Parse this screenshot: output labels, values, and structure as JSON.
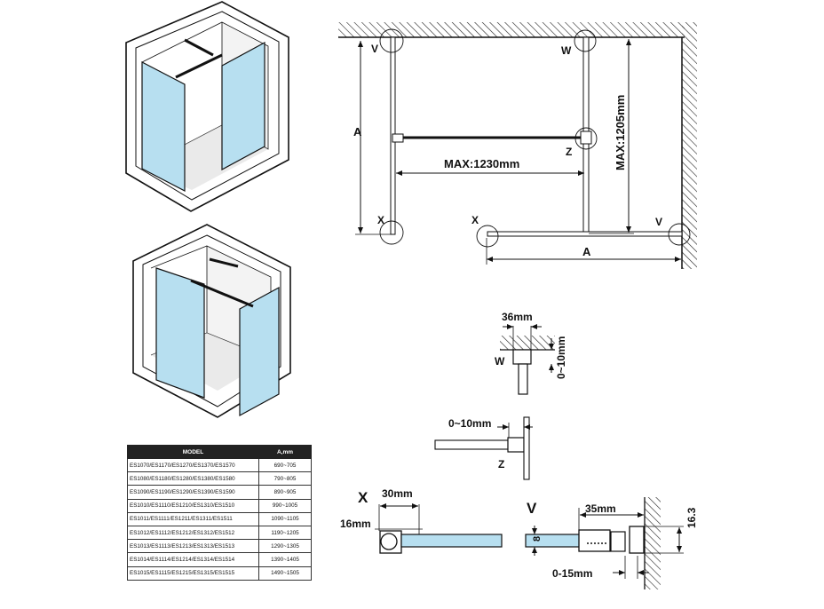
{
  "table": {
    "headers": [
      "MODEL",
      "A,mm"
    ],
    "rows": [
      {
        "model": "ES1070/ES1170/ES1270/ES1370/ES1570",
        "a": "690~705"
      },
      {
        "model": "ES1080/ES1180/ES1280/ES1380/ES1580",
        "a": "790~805"
      },
      {
        "model": "ES1090/ES1190/ES1290/ES1390/ES1590",
        "a": "890~905"
      },
      {
        "model": "ES1010/ES1110/ES1210/ES1310/ES1510",
        "a": "990~1005"
      },
      {
        "model": "ES1011/ES1111/ES1211/ES1311/ES1511",
        "a": "1090~1105"
      },
      {
        "model": "ES1012/ES1112/ES1212/ES1312/ES1512",
        "a": "1190~1205"
      },
      {
        "model": "ES1013/ES1113/ES1213/ES1313/ES1513",
        "a": "1290~1305"
      },
      {
        "model": "ES1014/ES1114/ES1214/ES1314/ES1514",
        "a": "1390~1405"
      },
      {
        "model": "ES1015/ES1115/ES1215/ES1315/ES1515",
        "a": "1490~1505"
      }
    ]
  },
  "plan": {
    "dim_a": "A",
    "max_width": "MAX:1230mm",
    "max_depth": "MAX:1205mm",
    "labels": {
      "v": "V",
      "w": "W",
      "x": "X",
      "z": "Z"
    }
  },
  "details": {
    "w_detail": {
      "width": "36mm",
      "gap": "0~10mm",
      "label": "W"
    },
    "z_detail": {
      "gap": "0~10mm",
      "label": "Z"
    },
    "x_detail": {
      "title": "X",
      "width": "30mm",
      "height": "16mm"
    },
    "v_detail": {
      "title": "V",
      "width": "35mm",
      "height": "16.3",
      "glass": "8",
      "gap": "0-15mm"
    }
  },
  "colors": {
    "glass": "#b7dff0",
    "glass_edge": "#1a1a1a",
    "line": "#111111"
  }
}
